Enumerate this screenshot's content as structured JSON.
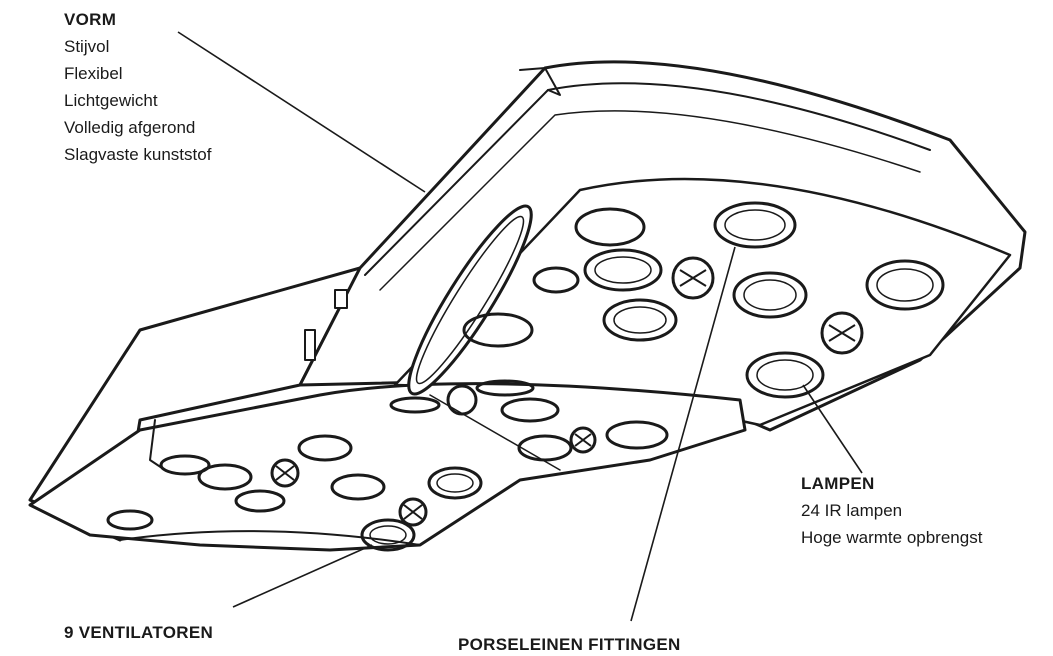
{
  "callouts": {
    "vorm": {
      "title": "VORM",
      "items": [
        "Stijvol",
        "Flexibel",
        "Lichtgewicht",
        "Volledig afgerond",
        "Slagvaste kunststof"
      ]
    },
    "lampen": {
      "title": "LAMPEN",
      "items": [
        "24 IR lampen",
        "Hoge warmte opbrengst"
      ]
    },
    "ventilatoren": {
      "title": "9 VENTILATOREN"
    },
    "fittingen": {
      "title": "PORSELEINEN FITTINGEN"
    }
  },
  "colors": {
    "ink": "#1a1a1a",
    "background": "#ffffff"
  }
}
